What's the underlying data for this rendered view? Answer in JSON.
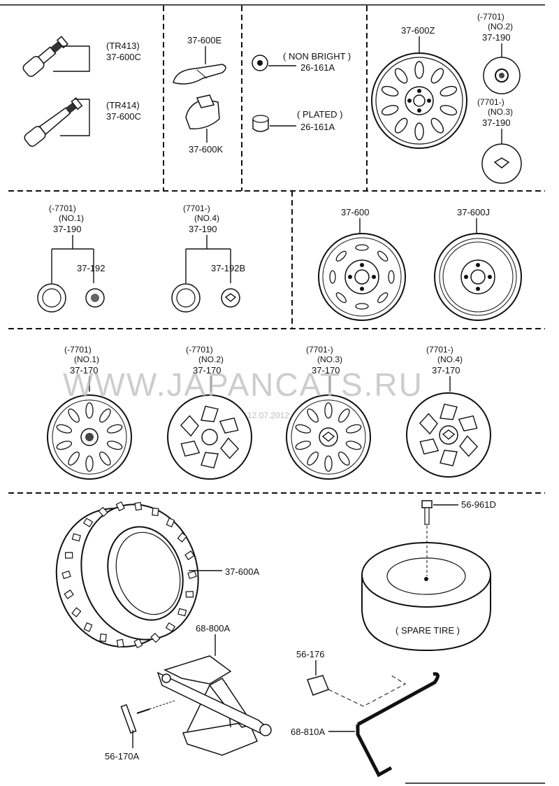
{
  "watermark": {
    "text": "WWW.JAPANCATS.RU",
    "date": "12.07.2012"
  },
  "valves": {
    "tr413": {
      "spec": "(TR413)",
      "code": "37-600C"
    },
    "tr414": {
      "spec": "(TR414)",
      "code": "37-600C"
    }
  },
  "weights": {
    "top": "37-600E",
    "bottom": "37-600K"
  },
  "nuts": {
    "non_bright": {
      "spec": "( NON BRIGHT )",
      "code": "26-161A"
    },
    "plated": {
      "spec": "( PLATED )",
      "code": "26-161A"
    }
  },
  "alloy_wheel": {
    "code": "37-600Z"
  },
  "center_caps_top": {
    "no2": {
      "range": "(-7701)",
      "num": "(NO.2)",
      "code": "37-190"
    },
    "no3": {
      "range": "(7701-)",
      "num": "(NO.3)",
      "code": "37-190"
    }
  },
  "ornaments": {
    "no1": {
      "range": "(-7701)",
      "num": "(NO.1)",
      "code": "37-190",
      "sub": "37-192"
    },
    "no4": {
      "range": "(7701-)",
      "num": "(NO.4)",
      "code": "37-190",
      "sub": "37-192B"
    }
  },
  "steel_wheels": {
    "standard": "37-600",
    "spare": "37-600J"
  },
  "wheel_covers": [
    {
      "range": "(-7701)",
      "num": "(NO.1)",
      "code": "37-170"
    },
    {
      "range": "(-7701)",
      "num": "(NO.2)",
      "code": "37-170"
    },
    {
      "range": "(7701-)",
      "num": "(NO.3)",
      "code": "37-170"
    },
    {
      "range": "(7701-)",
      "num": "(NO.4)",
      "code": "37-170"
    }
  ],
  "tire": {
    "code": "37-600A"
  },
  "spare": {
    "bolt": "56-961D",
    "label": "( SPARE TIRE )"
  },
  "jack": {
    "code": "68-800A",
    "pin": "56-170A"
  },
  "handle": {
    "clip": "56-176",
    "code": "68-810A"
  }
}
